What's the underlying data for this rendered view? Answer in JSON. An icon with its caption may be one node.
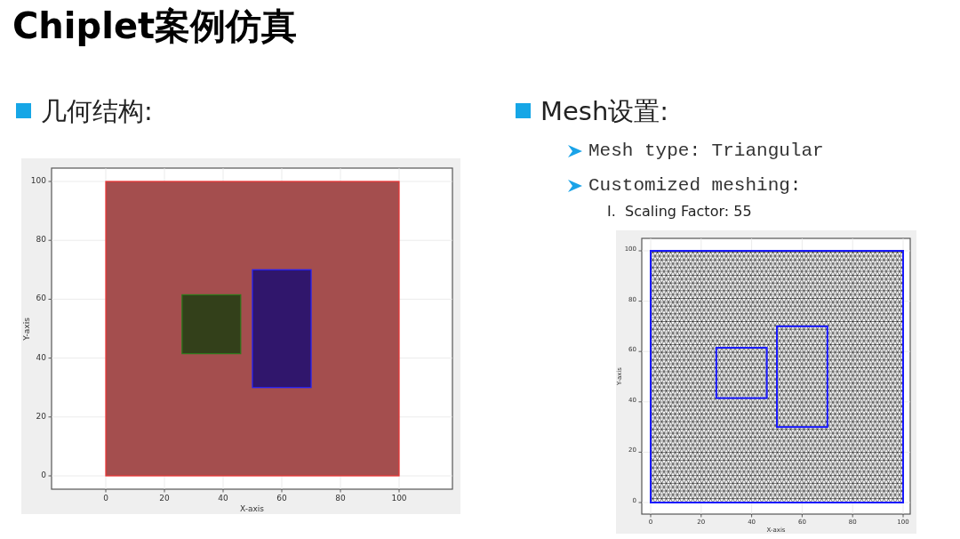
{
  "diagram": {
    "title": "Chiplet案例仿真",
    "labels": [
      "几何结构:",
      "Mesh设置:",
      "Mesh type: Triangular",
      "Customized meshing:",
      "I.",
      "Scaling Factor: 55",
      "100",
      "80",
      "60",
      "40",
      "20",
      "0",
      "Y-axis",
      "0",
      "20",
      "40",
      "60",
      "80",
      "100",
      "X-axis",
      "100",
      "80",
      "60",
      "40",
      "20",
      "0",
      "Y-axis",
      "0",
      "20",
      "40",
      "60",
      "80",
      "100",
      "X-axis"
    ]
  }
}
